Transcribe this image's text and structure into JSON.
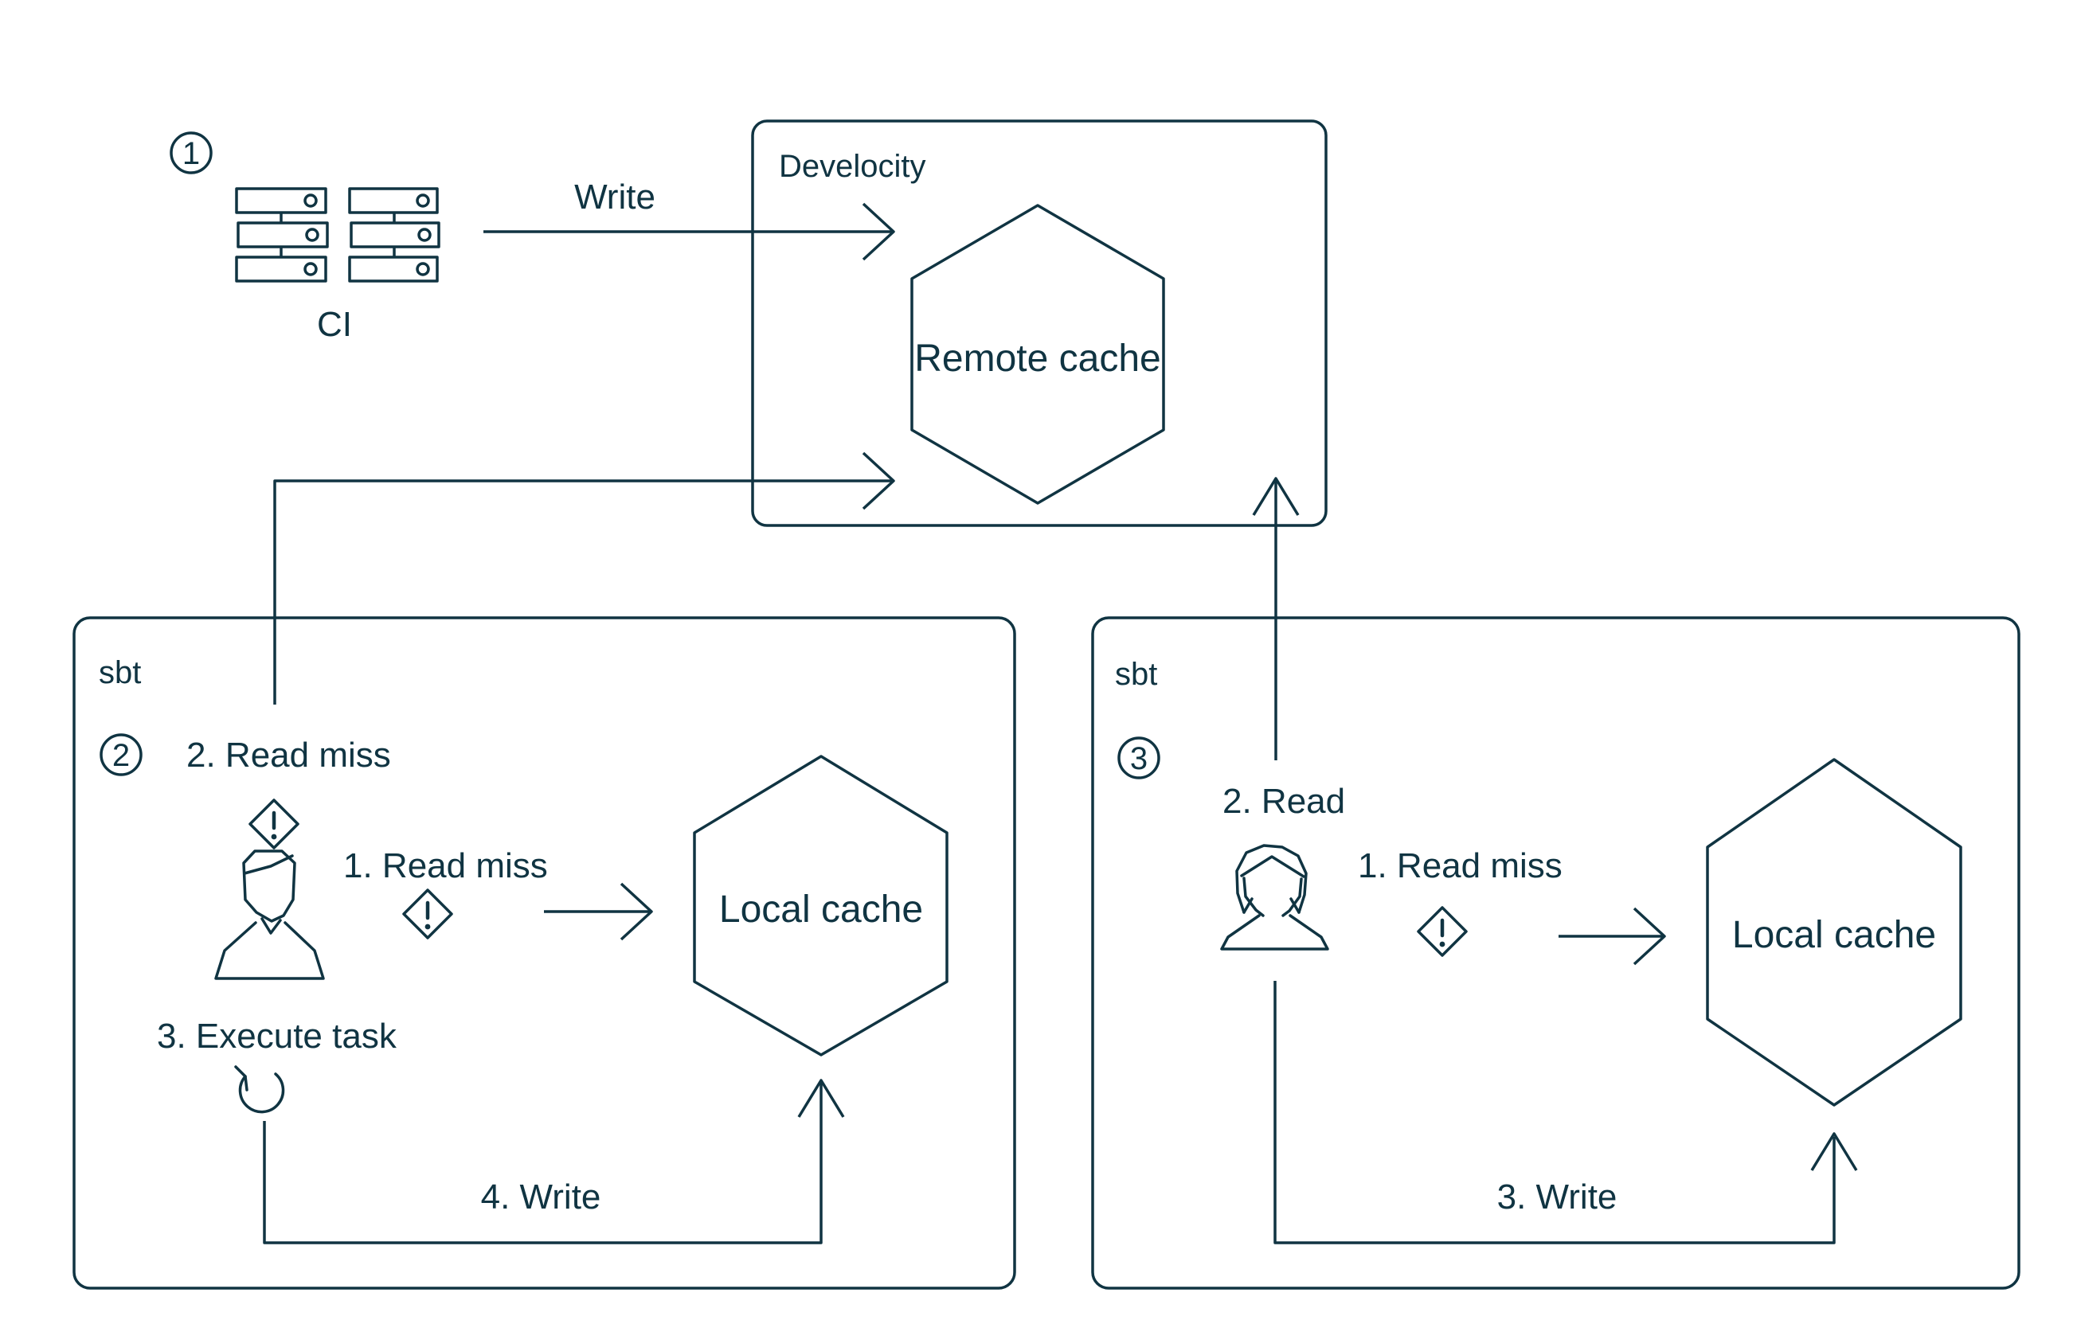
{
  "colors": {
    "ink": "#103442",
    "background": "#ffffff"
  },
  "ci_cluster": {
    "badge": "1",
    "label": "CI",
    "write_arrow_label": "Write"
  },
  "develocity": {
    "title": "Develocity",
    "cache_label": "Remote cache"
  },
  "sbt_ci_box": {
    "title": "sbt",
    "badge": "2",
    "step_remote_read": "2. Read miss",
    "step_local_read": "1. Read miss",
    "step_execute": "3. Execute task",
    "step_write": "4. Write",
    "cache_label": "Local cache"
  },
  "sbt_dev_box": {
    "title": "sbt",
    "badge": "3",
    "step_remote_read": "2. Read",
    "step_local_read": "1. Read miss",
    "step_write": "3. Write",
    "cache_label": "Local cache"
  }
}
